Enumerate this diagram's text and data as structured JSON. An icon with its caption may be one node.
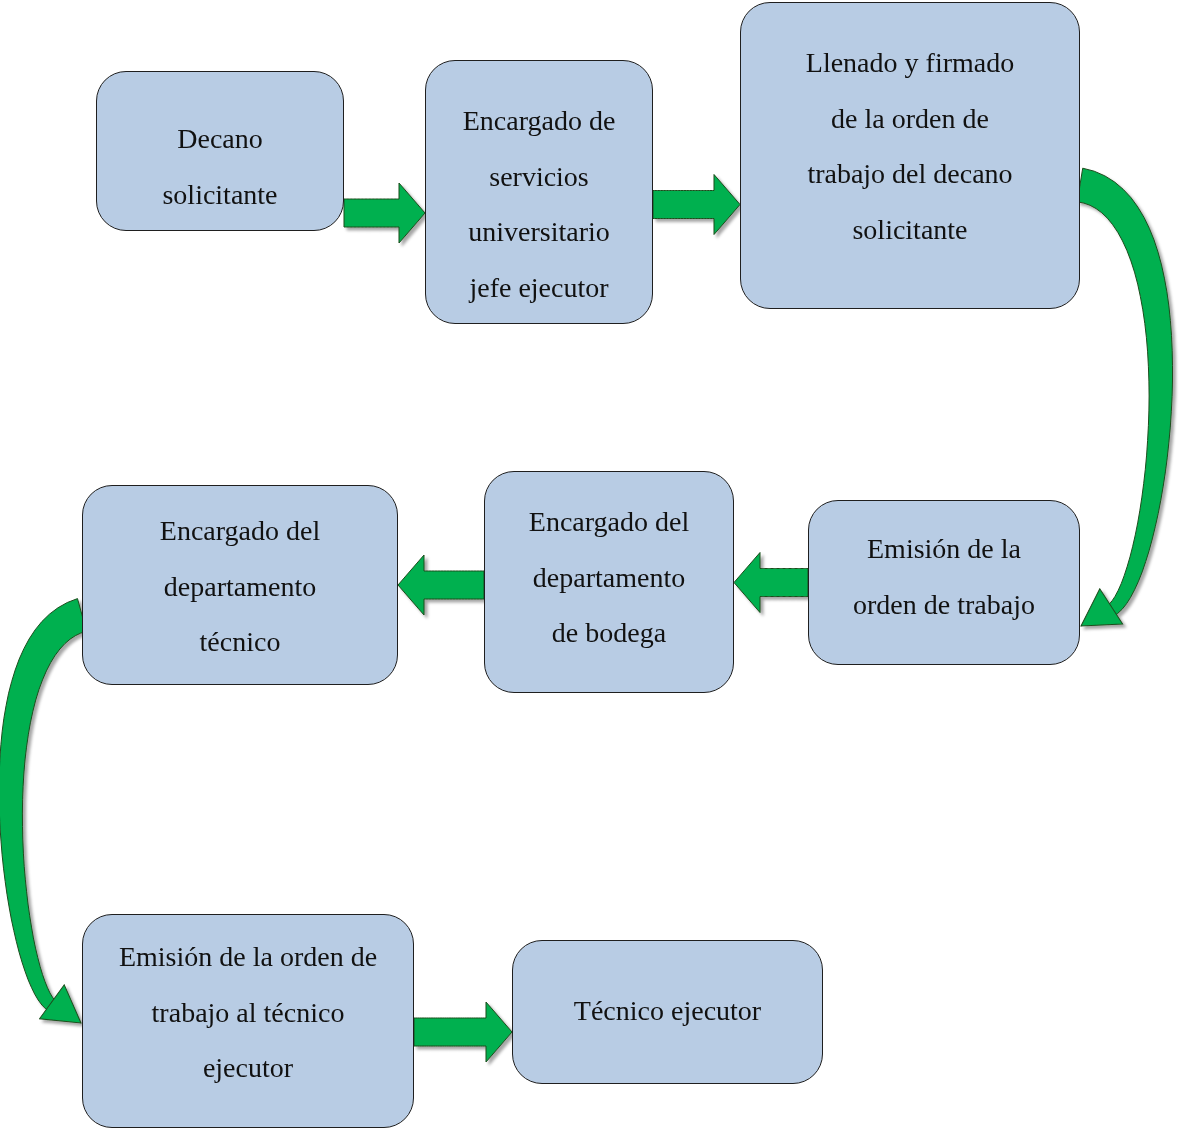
{
  "diagram": {
    "nodes": [
      {
        "text": [
          "Decano solicitante"
        ]
      },
      {
        "text": [
          "Encargado de servicios universitario jefe ejecutor"
        ]
      },
      {
        "text": [
          "Llenado y firmado de la orden de trabajo del decano solicitante"
        ]
      },
      {
        "text": [
          "Emisión de la orden de trabajo"
        ]
      },
      {
        "text": [
          "Encargado del departamento de bodega"
        ]
      },
      {
        "text": [
          "Encargado del departamento técnico"
        ]
      },
      {
        "text": [
          "Emisión de la orden de trabajo al técnico ejecutor"
        ]
      },
      {
        "text": [
          "Técnico ejecutor"
        ]
      }
    ],
    "edges": [
      {
        "from": 0,
        "to": 1,
        "arrow": "to"
      },
      {
        "from": 1,
        "to": 2,
        "arrow": "to"
      },
      {
        "from": 2,
        "to": 3,
        "arrow": "to"
      },
      {
        "from": 3,
        "to": 4,
        "arrow": "to"
      },
      {
        "from": 4,
        "to": 5,
        "arrow": "to"
      },
      {
        "from": 5,
        "to": 6,
        "arrow": "to"
      },
      {
        "from": 6,
        "to": 7,
        "arrow": "to"
      }
    ]
  }
}
